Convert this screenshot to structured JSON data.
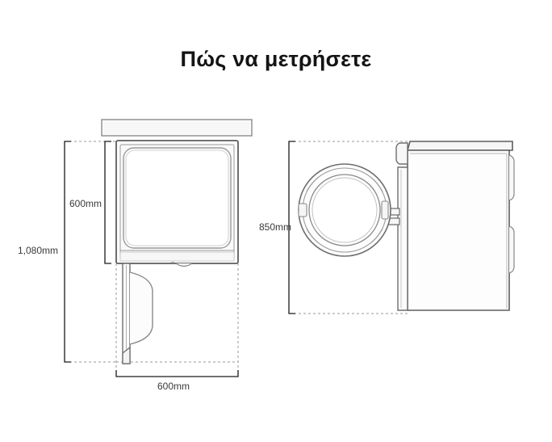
{
  "page": {
    "title": "Πώς να μετρήσετε",
    "background_color": "#ffffff",
    "outer_background_color": "#f7f7f7",
    "title_color": "#141414",
    "line_color": "#7a7a7a",
    "dim_line_color": "#1a1a1a",
    "guide_color": "#9a9a9a",
    "label_color": "#3a3a3a"
  },
  "diagrams": {
    "left": {
      "name": "front-view-with-door-open",
      "dimensions": {
        "body_height": "600mm",
        "total_depth": "1,080mm",
        "width": "600mm"
      }
    },
    "right": {
      "name": "side-view-with-door-open",
      "dimensions": {
        "height": "850mm"
      }
    }
  },
  "labels": {
    "left_inner": "600mm",
    "left_outer": "1,080mm",
    "left_bottom": "600mm",
    "right_side": "850mm"
  }
}
